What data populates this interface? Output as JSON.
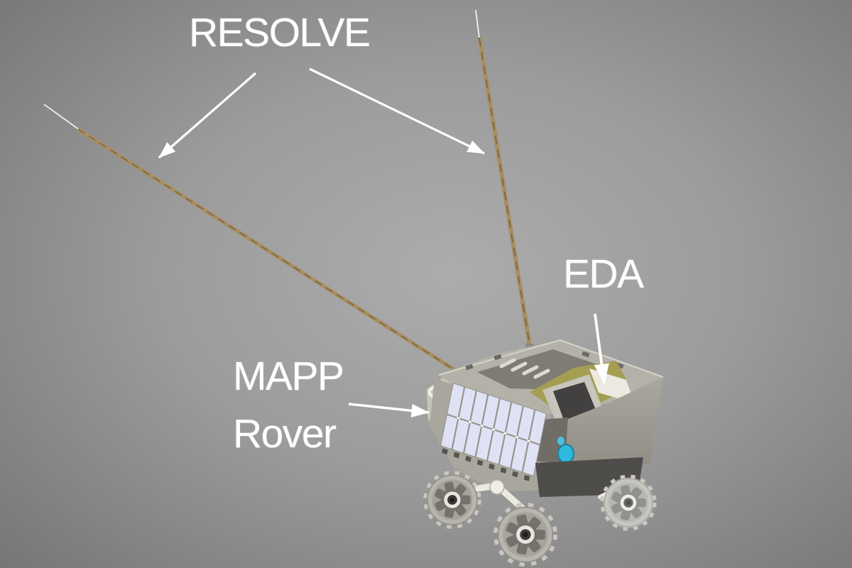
{
  "figure": {
    "type": "labeled-diagram",
    "scene_description": "3D render of the MAPP rover carrying the RESOLVE payload with two long antennas and an EDA unit, annotated with white callout arrows on a gray background",
    "labels": {
      "resolve": "RESOLVE",
      "eda": "EDA",
      "mapp_line1": "MAPP",
      "mapp_line2": "Rover"
    },
    "colors": {
      "bg_center": "#acacac",
      "bg_edge": "#747474",
      "label_text": "#ffffff",
      "arrow": "#ffffff",
      "antenna_tan": "#a98e63",
      "antenna_core": "#7a6544",
      "antenna_tip": "#e9e9e9",
      "body_light": "#c6c4ba",
      "body_mid": "#b4b2a8",
      "body_face": "#a9a79d",
      "deck_recess": "#7e7c74",
      "khaki_trim": "#a49e52",
      "window_dark": "#434140",
      "window_frame": "#c9c7bd",
      "eda_panel": "#eceae0",
      "solar_cell": "#dfe2f4",
      "solar_gap": "#96948c",
      "under_body": "#4e4d49",
      "shadow_face": "#6f6d66",
      "teal_component": "#2fb9dc",
      "wheel_rim": "#b7b5ad",
      "wheel_pocket": "#74726b",
      "wheel_hub_ring": "#e8e6e0",
      "wheel_hub_dark": "#3c3b39",
      "suspension_white": "#eceade"
    }
  }
}
